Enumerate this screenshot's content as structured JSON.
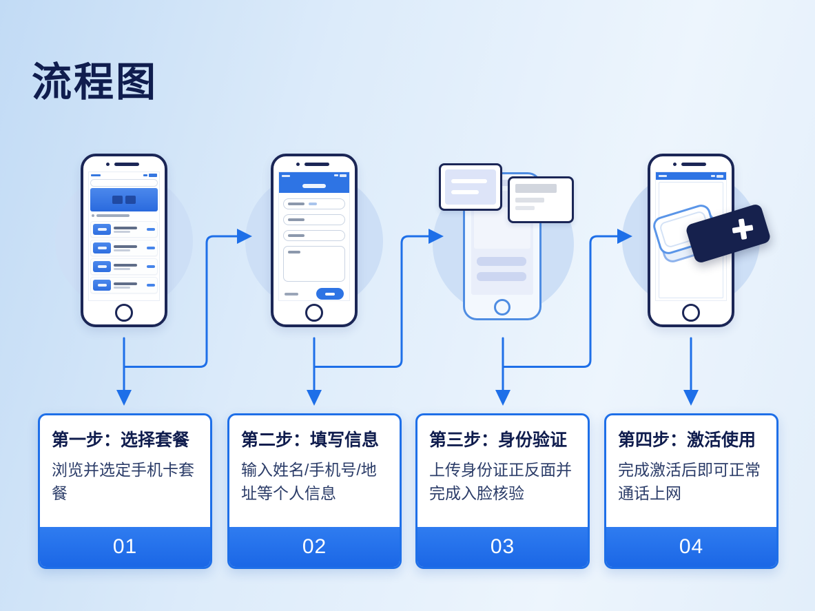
{
  "page": {
    "title": "流程图"
  },
  "colors": {
    "accent_blue": "#1e6fe8",
    "dark_navy": "#15224f",
    "title_navy": "#101d4e",
    "desc_text": "#2b3c68",
    "halo_blue": "#cddff6",
    "phone_frame_navy": "#1b2656",
    "phone_outline_blue": "#4e8ce2",
    "screen_header_blue": "#2e74e4",
    "bg_left": "#c2dbf5",
    "bg_right": "#edf5fd"
  },
  "steps": [
    {
      "number": "01",
      "title": "第一步：选择套餐",
      "description": "浏览并选定手机卡套餐",
      "illustration": "phone-plan-list"
    },
    {
      "number": "02",
      "title": "第二步：填写信息",
      "description": "输入姓名/手机号/地址等个人信息",
      "illustration": "phone-signup-form"
    },
    {
      "number": "03",
      "title": "第三步：身份验证",
      "description": "上传身份证正反面并完成入脸核验",
      "illustration": "phone-id-card-upload"
    },
    {
      "number": "04",
      "title": "第四步：激活使用",
      "description": "完成激活后即可正常通话上网",
      "illustration": "phone-sim-activation"
    }
  ]
}
